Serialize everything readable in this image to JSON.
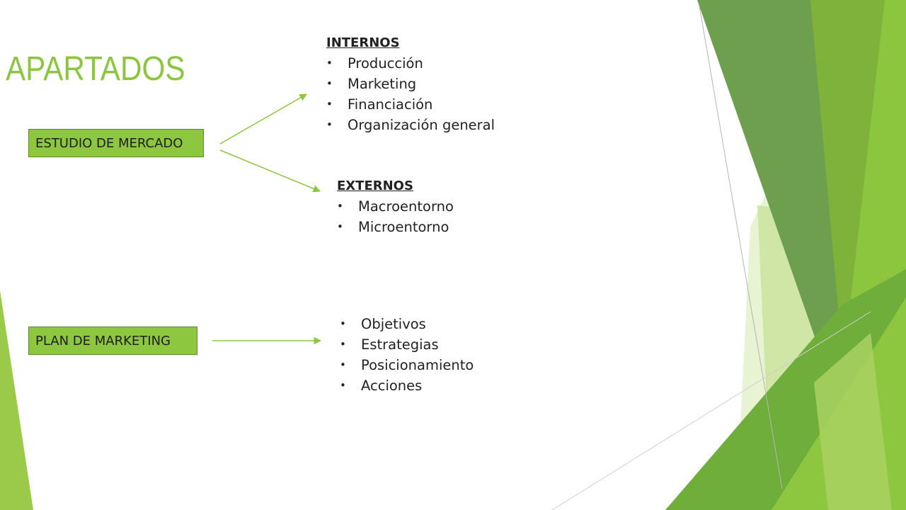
{
  "title": "APARTADOS",
  "colors": {
    "accent": "#8cc63f",
    "box_fill": "#8dc63f",
    "box_border": "#5b8a2a",
    "arrow": "#8cc63f"
  },
  "market": {
    "label": "ESTUDIO DE MERCADO",
    "internal": {
      "heading": "INTERNOS",
      "items": [
        "Producción",
        "Marketing",
        "Financiación",
        "Organización general"
      ]
    },
    "external": {
      "heading": "EXTERNOS",
      "items": [
        "Macroentorno",
        "Microentorno"
      ]
    }
  },
  "plan": {
    "label": "PLAN DE MARKETING",
    "items": [
      "Objetivos",
      "Estrategias",
      "Posicionamiento",
      "Acciones"
    ]
  }
}
